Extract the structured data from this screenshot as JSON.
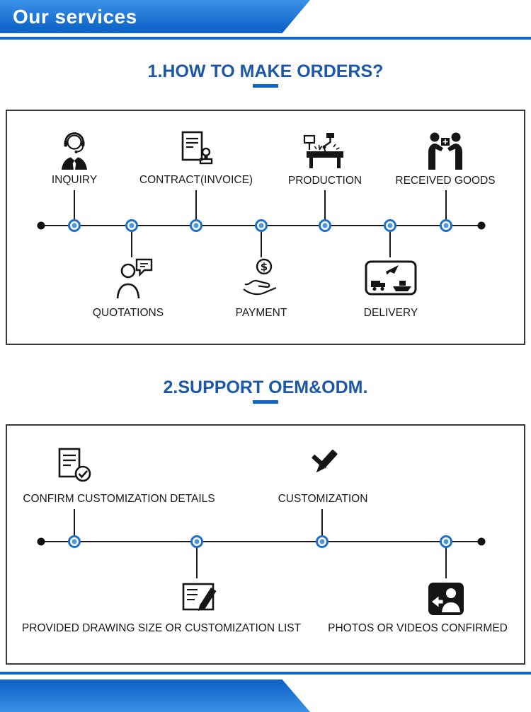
{
  "banner": {
    "title": "Our services"
  },
  "colors": {
    "accent": "#1166c9",
    "heading_blue": "#1c57a8",
    "node_ring": "#1f6fc9",
    "icon_black": "#151515"
  },
  "sections": [
    {
      "title": "1.HOW TO MAKE ORDERS?",
      "top_steps": [
        {
          "label": "INQUIRY",
          "icon": "customer-service-icon"
        },
        {
          "label": "CONTRACT(INVOICE)",
          "icon": "contract-stamp-icon"
        },
        {
          "label": "PRODUCTION",
          "icon": "production-machine-icon"
        },
        {
          "label": "RECEIVED GOODS",
          "icon": "received-goods-icon"
        }
      ],
      "bottom_steps": [
        {
          "label": "QUOTATIONS",
          "icon": "quotation-chat-icon"
        },
        {
          "label": "PAYMENT",
          "icon": "payment-hand-icon"
        },
        {
          "label": "DELIVERY",
          "icon": "delivery-transport-icon"
        }
      ]
    },
    {
      "title": "2.SUPPORT OEM&ODM.",
      "top_steps": [
        {
          "label": "CONFIRM CUSTOMIZATION DETAILS",
          "icon": "confirm-details-icon"
        },
        {
          "label": "CUSTOMIZATION",
          "icon": "customization-tools-icon"
        }
      ],
      "bottom_steps": [
        {
          "label": "PROVIDED DRAWING SIZE OR CUSTOMIZATION LIST",
          "icon": "drawing-list-icon"
        },
        {
          "label": "PHOTOS OR VIDEOS CONFIRMED",
          "icon": "photos-videos-icon"
        }
      ]
    }
  ]
}
